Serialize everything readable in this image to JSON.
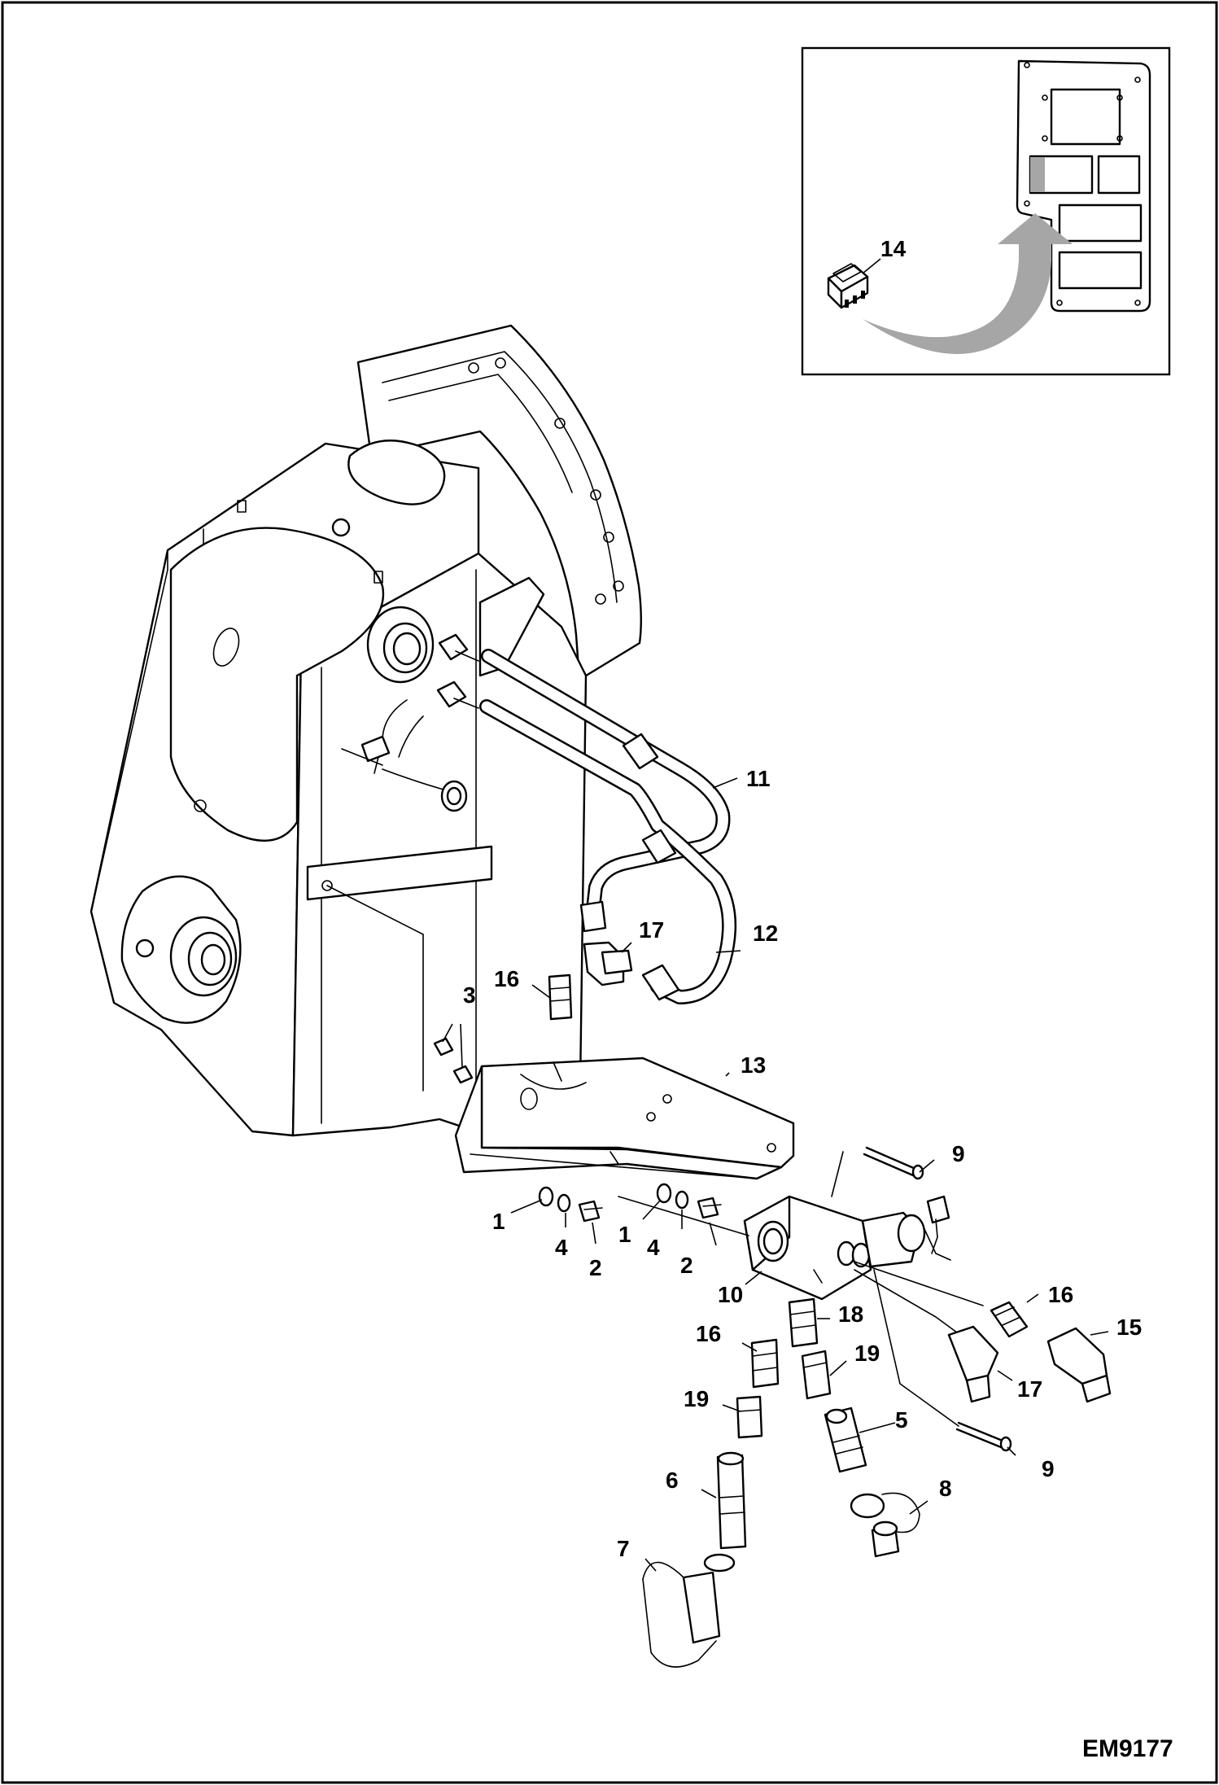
{
  "figure": {
    "code": "EM9177"
  },
  "callouts": [
    {
      "id": "c1a",
      "text": "1"
    },
    {
      "id": "c4a",
      "text": "4"
    },
    {
      "id": "c2a",
      "text": "2"
    },
    {
      "id": "c1b",
      "text": "1"
    },
    {
      "id": "c4b",
      "text": "4"
    },
    {
      "id": "c2b",
      "text": "2"
    },
    {
      "id": "c3",
      "text": "3"
    },
    {
      "id": "c5",
      "text": "5"
    },
    {
      "id": "c6",
      "text": "6"
    },
    {
      "id": "c7",
      "text": "7"
    },
    {
      "id": "c8",
      "text": "8"
    },
    {
      "id": "c9a",
      "text": "9"
    },
    {
      "id": "c9b",
      "text": "9"
    },
    {
      "id": "c10",
      "text": "10"
    },
    {
      "id": "c11",
      "text": "11"
    },
    {
      "id": "c12",
      "text": "12"
    },
    {
      "id": "c13",
      "text": "13"
    },
    {
      "id": "c14",
      "text": "14"
    },
    {
      "id": "c15",
      "text": "15"
    },
    {
      "id": "c16a",
      "text": "16"
    },
    {
      "id": "c16b",
      "text": "16"
    },
    {
      "id": "c16c",
      "text": "16"
    },
    {
      "id": "c17a",
      "text": "17"
    },
    {
      "id": "c17b",
      "text": "17"
    },
    {
      "id": "c18",
      "text": "18"
    },
    {
      "id": "c19a",
      "text": "19"
    },
    {
      "id": "c19b",
      "text": "19"
    }
  ],
  "colors": {
    "line": "#000000",
    "background": "#ffffff",
    "arrow": "#a6a6a6",
    "switch_highlight": "#a6a6a6"
  }
}
